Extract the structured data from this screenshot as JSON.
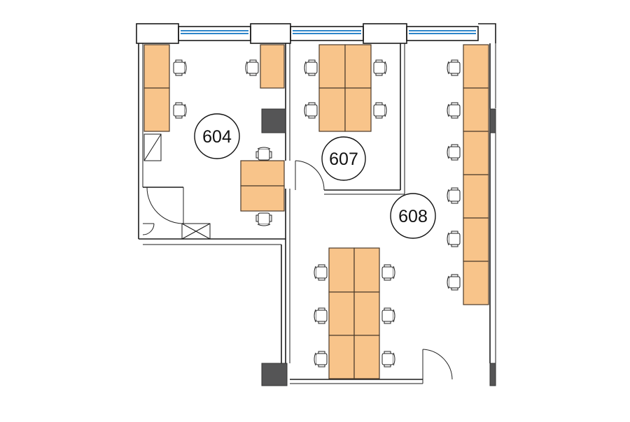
{
  "plan": {
    "rooms": [
      {
        "id": "room-604",
        "label": "604"
      },
      {
        "id": "room-607",
        "label": "607"
      },
      {
        "id": "room-608",
        "label": "608"
      }
    ]
  },
  "colors": {
    "desk": "#f8c48a",
    "wall": "#1a1a1a",
    "column": "#555556",
    "window": "#2e86c9"
  },
  "icons": {
    "chair": "chair-icon",
    "shaft": "ventilation-shaft-icon"
  }
}
